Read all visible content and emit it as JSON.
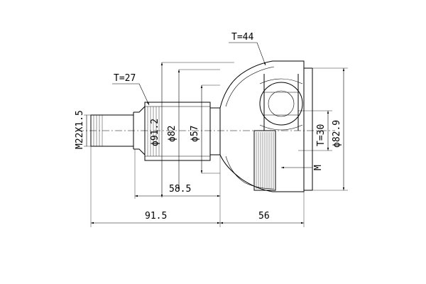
{
  "drawing": {
    "labels": {
      "thread": "M22X1.5",
      "tooth_outer": "T=27",
      "tooth_inner": "T=44",
      "tooth_abs": "T=30",
      "abs_mark": "M",
      "dia_91_2": "ϕ91.2",
      "dia_82": "ϕ82",
      "dia_57": "ϕ57",
      "dia_82_9": "ϕ82.9",
      "len_58_5": "58.5",
      "len_91_5": "91.5",
      "len_56": "56"
    }
  }
}
